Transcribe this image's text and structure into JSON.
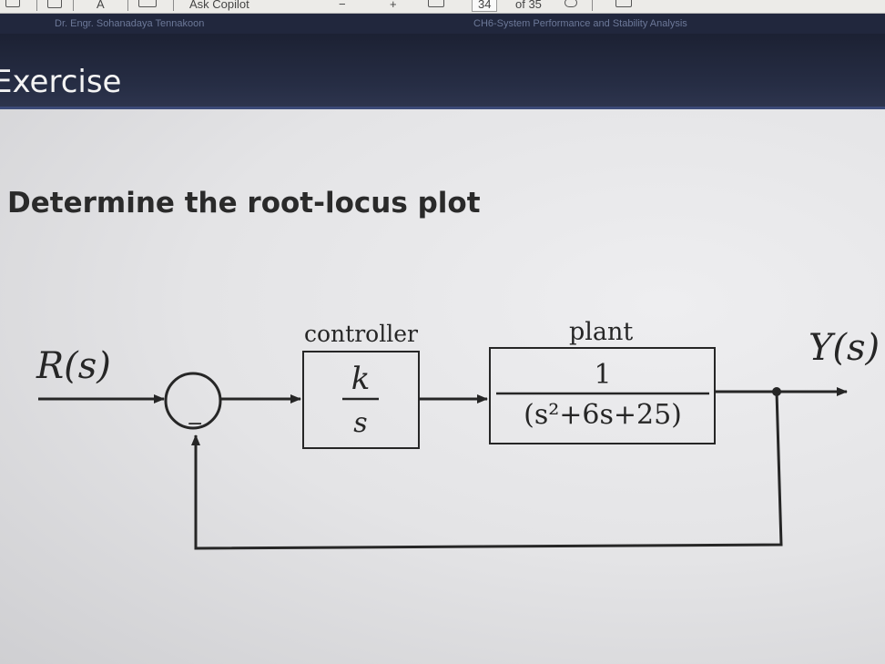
{
  "toolbar": {
    "font_label": "A",
    "copilot_label": "Ask Copilot",
    "minus": "−",
    "plus": "+",
    "page_number": "34",
    "page_total": "of 35"
  },
  "status_strip": {
    "left_text": "Dr. Engr. Sohanadaya Tennakoon",
    "right_text": "CH6-System Performance and Stability Analysis"
  },
  "slide": {
    "title": "Exercise",
    "question": "Determine the root-locus plot"
  },
  "diagram": {
    "input_label": "R(s)",
    "output_label": "Y(s)",
    "controller_label": "controller",
    "controller_numerator": "k",
    "controller_denominator": "s",
    "plant_label": "plant",
    "plant_numerator": "1",
    "plant_denominator": "(s²+6s+25)",
    "summing_sign": "−"
  },
  "colors": {
    "header_bg": "#1c2133",
    "status_strip_bg": "#21273d",
    "slide_bg": "#e4e4e6",
    "ink": "#262626"
  }
}
